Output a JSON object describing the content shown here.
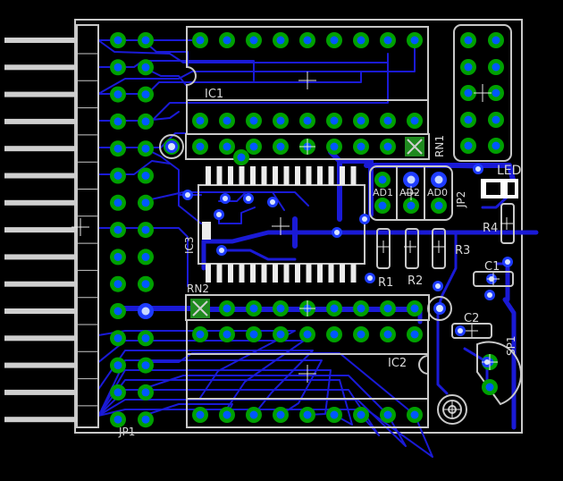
{
  "colors": {
    "background": "#000000",
    "outline": "#c8c8c8",
    "pad": "#00a000",
    "drill": "#0058ff",
    "trace": "#1a1ad6",
    "via_ring": "#1e3cff",
    "marker": "#e8e8e8"
  },
  "labels": {
    "ic1": "IC1",
    "ic2": "IC2",
    "ic3": "IC3",
    "jp1": "JP1",
    "jp2": "JP2",
    "rn1": "RN1",
    "rn2": "RN2",
    "ad0": "AD0",
    "ad1": "AD1",
    "ad2": "AD2",
    "led": "LED",
    "r1": "R1",
    "r2": "R2",
    "r3": "R3",
    "r4": "R4",
    "c1": "C1",
    "c2": "C2",
    "sp1": "SP1"
  }
}
